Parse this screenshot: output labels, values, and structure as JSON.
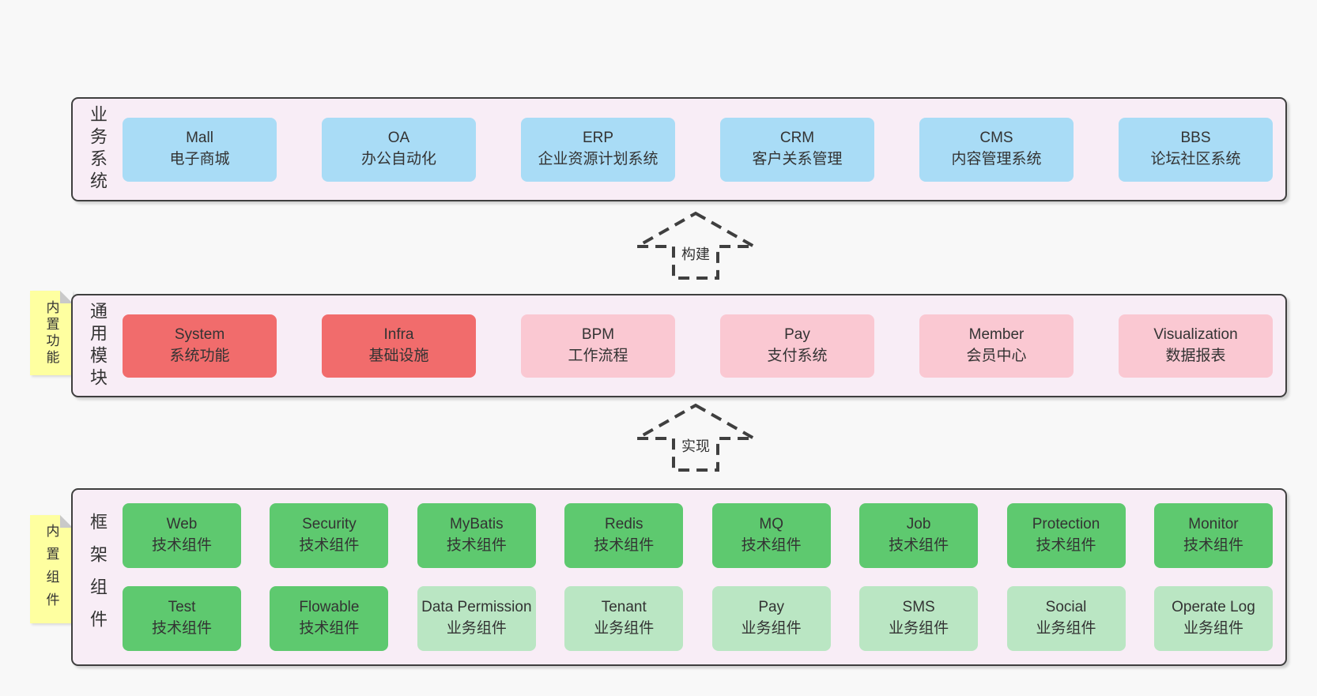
{
  "diagram": {
    "bands": [
      {
        "label": "业务系统",
        "sticky": null,
        "rows": [
          [
            {
              "name": "Mall",
              "desc": "电子商城",
              "color": "blue"
            },
            {
              "name": "OA",
              "desc": "办公自动化",
              "color": "blue"
            },
            {
              "name": "ERP",
              "desc": "企业资源计划系统",
              "color": "blue"
            },
            {
              "name": "CRM",
              "desc": "客户关系管理",
              "color": "blue"
            },
            {
              "name": "CMS",
              "desc": "内容管理系统",
              "color": "blue"
            },
            {
              "name": "BBS",
              "desc": "论坛社区系统",
              "color": "blue"
            }
          ]
        ]
      },
      {
        "label": "通用模块",
        "sticky": "内置功能",
        "rows": [
          [
            {
              "name": "System",
              "desc": "系统功能",
              "color": "red"
            },
            {
              "name": "Infra",
              "desc": "基础设施",
              "color": "red"
            },
            {
              "name": "BPM",
              "desc": "工作流程",
              "color": "pink"
            },
            {
              "name": "Pay",
              "desc": "支付系统",
              "color": "pink"
            },
            {
              "name": "Member",
              "desc": "会员中心",
              "color": "pink"
            },
            {
              "name": "Visualization",
              "desc": "数据报表",
              "color": "pink"
            }
          ]
        ]
      },
      {
        "label": "框架组件",
        "sticky": "内置组件",
        "rows": [
          [
            {
              "name": "Web",
              "desc": "技术组件",
              "color": "green"
            },
            {
              "name": "Security",
              "desc": "技术组件",
              "color": "green"
            },
            {
              "name": "MyBatis",
              "desc": "技术组件",
              "color": "green"
            },
            {
              "name": "Redis",
              "desc": "技术组件",
              "color": "green"
            },
            {
              "name": "MQ",
              "desc": "技术组件",
              "color": "green"
            },
            {
              "name": "Job",
              "desc": "技术组件",
              "color": "green"
            },
            {
              "name": "Protection",
              "desc": "技术组件",
              "color": "green"
            },
            {
              "name": "Monitor",
              "desc": "技术组件",
              "color": "green"
            }
          ],
          [
            {
              "name": "Test",
              "desc": "技术组件",
              "color": "green"
            },
            {
              "name": "Flowable",
              "desc": "技术组件",
              "color": "green"
            },
            {
              "name": "Data Permission",
              "desc": "业务组件",
              "color": "lightgreen"
            },
            {
              "name": "Tenant",
              "desc": "业务组件",
              "color": "lightgreen"
            },
            {
              "name": "Pay",
              "desc": "业务组件",
              "color": "lightgreen"
            },
            {
              "name": "SMS",
              "desc": "业务组件",
              "color": "lightgreen"
            },
            {
              "name": "Social",
              "desc": "业务组件",
              "color": "lightgreen"
            },
            {
              "name": "Operate Log",
              "desc": "业务组件",
              "color": "lightgreen"
            }
          ]
        ]
      }
    ],
    "arrows": [
      {
        "label": "构建"
      },
      {
        "label": "实现"
      }
    ],
    "colors": {
      "background": "#f8f8f8",
      "band_bg": "#f8edf6",
      "border": "#3f3f3f",
      "text": "#333333",
      "blue": "#a9dcf6",
      "red": "#f16c6c",
      "pink": "#fac8d2",
      "green": "#5ec96f",
      "lightgreen": "#bae6c3",
      "sticky_bg": "#feffa0",
      "fold": "#c9c9c9"
    }
  }
}
